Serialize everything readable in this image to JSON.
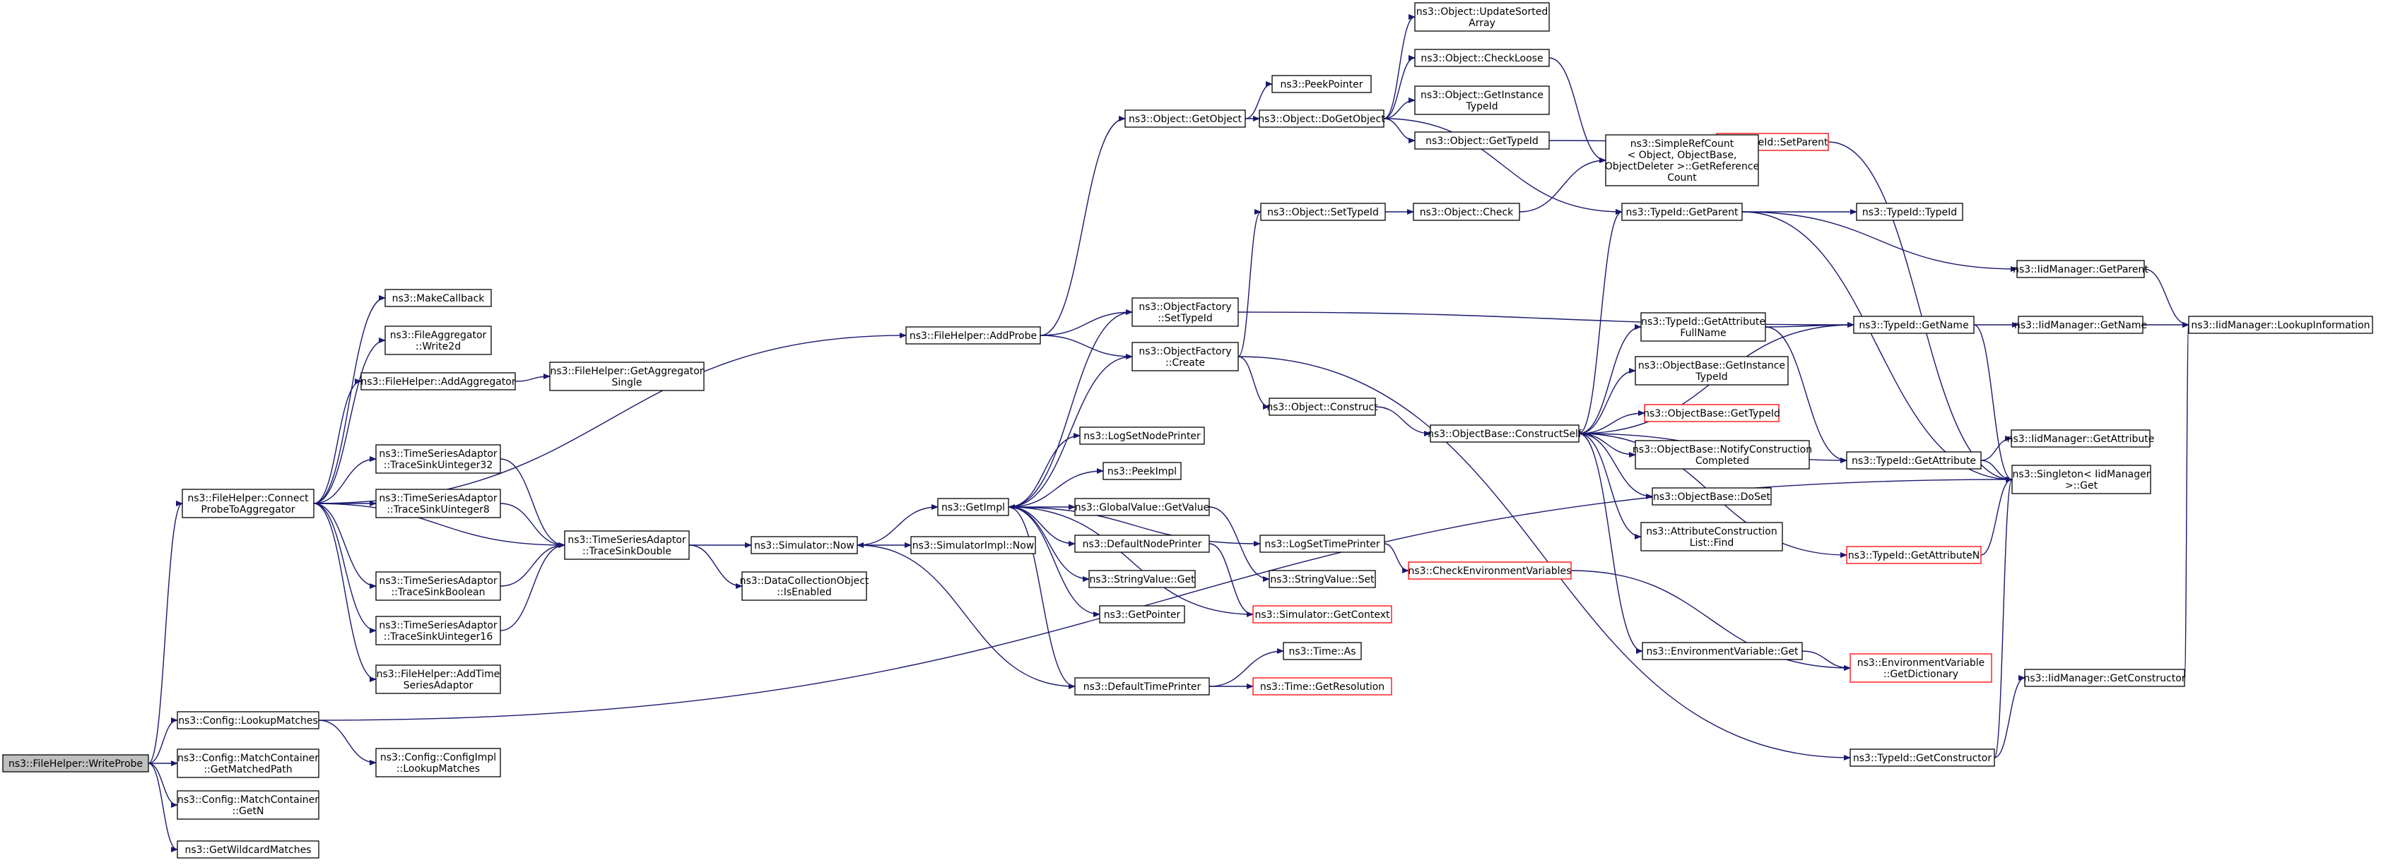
{
  "colors": {
    "edge": "#191970",
    "node_border": "#000000",
    "truncated_border": "#ff0000",
    "root_fill": "#bfbfbf",
    "node_fill": "#ffffff"
  },
  "nodes": [
    {
      "id": "writeprobe",
      "lines": [
        "ns3::FileHelper::WriteProbe"
      ],
      "root": true
    },
    {
      "id": "connect",
      "lines": [
        "ns3::FileHelper::Connect",
        "ProbeToAggregator"
      ]
    },
    {
      "id": "makecallback",
      "lines": [
        "ns3::MakeCallback"
      ]
    },
    {
      "id": "fileagg_write2d",
      "lines": [
        "ns3::FileAggregator",
        "::Write2d"
      ]
    },
    {
      "id": "addaggregator",
      "lines": [
        "ns3::FileHelper::AddAggregator"
      ]
    },
    {
      "id": "getaggsingle",
      "lines": [
        "ns3::FileHelper::GetAggregator",
        "Single"
      ]
    },
    {
      "id": "tsa_u32",
      "lines": [
        "ns3::TimeSeriesAdaptor",
        "::TraceSinkUinteger32"
      ]
    },
    {
      "id": "tsa_u8",
      "lines": [
        "ns3::TimeSeriesAdaptor",
        "::TraceSinkUinteger8"
      ]
    },
    {
      "id": "tsa_double",
      "lines": [
        "ns3::TimeSeriesAdaptor",
        "::TraceSinkDouble"
      ]
    },
    {
      "id": "tsa_bool",
      "lines": [
        "ns3::TimeSeriesAdaptor",
        "::TraceSinkBoolean"
      ]
    },
    {
      "id": "tsa_u16",
      "lines": [
        "ns3::TimeSeriesAdaptor",
        "::TraceSinkUinteger16"
      ]
    },
    {
      "id": "addtsa",
      "lines": [
        "ns3::FileHelper::AddTime",
        "SeriesAdaptor"
      ]
    },
    {
      "id": "sim_now",
      "lines": [
        "ns3::Simulator::Now"
      ]
    },
    {
      "id": "dco_isenabled",
      "lines": [
        "ns3::DataCollectionObject",
        "::IsEnabled"
      ]
    },
    {
      "id": "simimpl_now",
      "lines": [
        "ns3::SimulatorImpl::Now"
      ]
    },
    {
      "id": "getimpl",
      "lines": [
        "ns3::GetImpl"
      ]
    },
    {
      "id": "addprobe",
      "lines": [
        "ns3::FileHelper::AddProbe"
      ]
    },
    {
      "id": "of_settypeid",
      "lines": [
        "ns3::ObjectFactory",
        "::SetTypeId"
      ]
    },
    {
      "id": "of_create",
      "lines": [
        "ns3::ObjectFactory",
        "::Create"
      ]
    },
    {
      "id": "obj_getobject",
      "lines": [
        "ns3::Object::GetObject"
      ]
    },
    {
      "id": "peekpointer",
      "lines": [
        "ns3::PeekPointer"
      ]
    },
    {
      "id": "obj_dogetobject",
      "lines": [
        "ns3::Object::DoGetObject"
      ]
    },
    {
      "id": "obj_updatesorted",
      "lines": [
        "ns3::Object::UpdateSorted",
        "Array"
      ]
    },
    {
      "id": "obj_checkloose",
      "lines": [
        "ns3::Object::CheckLoose"
      ]
    },
    {
      "id": "obj_getinstance",
      "lines": [
        "ns3::Object::GetInstance",
        "TypeId"
      ]
    },
    {
      "id": "obj_gettypeid",
      "lines": [
        "ns3::Object::GetTypeId"
      ]
    },
    {
      "id": "typeid_setparent",
      "lines": [
        "ns3::TypeId::SetParent"
      ],
      "truncated": true
    },
    {
      "id": "simplerefcount",
      "lines": [
        "ns3::SimpleRefCount",
        "< Object, ObjectBase,",
        " ObjectDeleter >::GetReference",
        "Count"
      ]
    },
    {
      "id": "obj_settypeid",
      "lines": [
        "ns3::Object::SetTypeId"
      ]
    },
    {
      "id": "obj_check",
      "lines": [
        "ns3::Object::Check"
      ]
    },
    {
      "id": "typeid_getparent",
      "lines": [
        "ns3::TypeId::GetParent"
      ]
    },
    {
      "id": "typeid_typeid",
      "lines": [
        "ns3::TypeId::TypeId"
      ]
    },
    {
      "id": "iid_getparent",
      "lines": [
        "ns3::IidManager::GetParent"
      ]
    },
    {
      "id": "typeid_getattrfull",
      "lines": [
        "ns3::TypeId::GetAttribute",
        "FullName"
      ]
    },
    {
      "id": "typeid_getname",
      "lines": [
        "ns3::TypeId::GetName"
      ]
    },
    {
      "id": "iid_getname",
      "lines": [
        "ns3::IidManager::GetName"
      ]
    },
    {
      "id": "iid_lookupinfo",
      "lines": [
        "ns3::IidManager::LookupInformation"
      ]
    },
    {
      "id": "ob_getinstance",
      "lines": [
        "ns3::ObjectBase::GetInstance",
        "TypeId"
      ]
    },
    {
      "id": "ob_gettypeid",
      "lines": [
        "ns3::ObjectBase::GetTypeId"
      ],
      "truncated": true
    },
    {
      "id": "obj_construct",
      "lines": [
        "ns3::Object::Construct"
      ]
    },
    {
      "id": "ob_constructself",
      "lines": [
        "ns3::ObjectBase::ConstructSelf"
      ]
    },
    {
      "id": "ob_notify",
      "lines": [
        "ns3::ObjectBase::NotifyConstruction",
        "Completed"
      ]
    },
    {
      "id": "ob_doset",
      "lines": [
        "ns3::ObjectBase::DoSet"
      ]
    },
    {
      "id": "attrconst_find",
      "lines": [
        "ns3::AttributeConstruction",
        "List::Find"
      ]
    },
    {
      "id": "typeid_getattribute",
      "lines": [
        "ns3::TypeId::GetAttribute"
      ]
    },
    {
      "id": "iid_getattribute",
      "lines": [
        "ns3::IidManager::GetAttribute"
      ]
    },
    {
      "id": "singleton_get",
      "lines": [
        "ns3::Singleton< IidManager",
        " >::Get"
      ]
    },
    {
      "id": "typeid_getattributen",
      "lines": [
        "ns3::TypeId::GetAttributeN"
      ],
      "truncated": true
    },
    {
      "id": "logsetnodeprinter",
      "lines": [
        "ns3::LogSetNodePrinter"
      ]
    },
    {
      "id": "peekimpl",
      "lines": [
        "ns3::PeekImpl"
      ]
    },
    {
      "id": "gv_getvalue",
      "lines": [
        "ns3::GlobalValue::GetValue"
      ]
    },
    {
      "id": "defaultnodeprinter",
      "lines": [
        "ns3::DefaultNodePrinter"
      ]
    },
    {
      "id": "logsettimeprinter",
      "lines": [
        "ns3::LogSetTimePrinter"
      ]
    },
    {
      "id": "checkenvvars",
      "lines": [
        "ns3::CheckEnvironmentVariables"
      ],
      "truncated": true
    },
    {
      "id": "sv_get",
      "lines": [
        "ns3::StringValue::Get"
      ]
    },
    {
      "id": "sv_set",
      "lines": [
        "ns3::StringValue::Set"
      ]
    },
    {
      "id": "getpointer",
      "lines": [
        "ns3::GetPointer"
      ]
    },
    {
      "id": "sim_getcontext",
      "lines": [
        "ns3::Simulator::GetContext"
      ],
      "truncated": true
    },
    {
      "id": "envvar_get",
      "lines": [
        "ns3::EnvironmentVariable::Get"
      ]
    },
    {
      "id": "envvar_getdict",
      "lines": [
        "ns3::EnvironmentVariable",
        "::GetDictionary"
      ],
      "truncated": true
    },
    {
      "id": "time_as",
      "lines": [
        "ns3::Time::As"
      ]
    },
    {
      "id": "defaulttimeprinter",
      "lines": [
        "ns3::DefaultTimePrinter"
      ]
    },
    {
      "id": "time_getresolution",
      "lines": [
        "ns3::Time::GetResolution"
      ],
      "truncated": true
    },
    {
      "id": "iid_getconstructor",
      "lines": [
        "ns3::IidManager::GetConstructor"
      ]
    },
    {
      "id": "typeid_getconstructor",
      "lines": [
        "ns3::TypeId::GetConstructor"
      ]
    },
    {
      "id": "cfg_lookupmatches",
      "lines": [
        "ns3::Config::LookupMatches"
      ]
    },
    {
      "id": "cfgimpl_lookupmatches",
      "lines": [
        "ns3::Config::ConfigImpl",
        "::LookupMatches"
      ]
    },
    {
      "id": "mc_getmatchedpath",
      "lines": [
        "ns3::Config::MatchContainer",
        "::GetMatchedPath"
      ]
    },
    {
      "id": "mc_getn",
      "lines": [
        "ns3::Config::MatchContainer",
        "::GetN"
      ]
    },
    {
      "id": "getwildcardmatches",
      "lines": [
        "ns3::GetWildcardMatches"
      ]
    }
  ],
  "edges": [
    {
      "from": "writeprobe",
      "to": "connect"
    },
    {
      "from": "writeprobe",
      "to": "cfg_lookupmatches"
    },
    {
      "from": "writeprobe",
      "to": "mc_getmatchedpath"
    },
    {
      "from": "writeprobe",
      "to": "mc_getn"
    },
    {
      "from": "writeprobe",
      "to": "getwildcardmatches"
    },
    {
      "from": "connect",
      "to": "makecallback"
    },
    {
      "from": "connect",
      "to": "fileagg_write2d"
    },
    {
      "from": "connect",
      "to": "addaggregator"
    },
    {
      "from": "connect",
      "to": "addprobe"
    },
    {
      "from": "connect",
      "to": "tsa_u32"
    },
    {
      "from": "connect",
      "to": "tsa_u8"
    },
    {
      "from": "connect",
      "to": "tsa_double"
    },
    {
      "from": "connect",
      "to": "tsa_bool"
    },
    {
      "from": "connect",
      "to": "tsa_u16"
    },
    {
      "from": "connect",
      "to": "addtsa"
    },
    {
      "from": "addaggregator",
      "to": "getaggsingle"
    },
    {
      "from": "tsa_u32",
      "to": "tsa_double"
    },
    {
      "from": "tsa_u8",
      "to": "tsa_double"
    },
    {
      "from": "tsa_bool",
      "to": "tsa_double"
    },
    {
      "from": "tsa_u16",
      "to": "tsa_double"
    },
    {
      "from": "tsa_double",
      "to": "sim_now"
    },
    {
      "from": "tsa_double",
      "to": "dco_isenabled"
    },
    {
      "from": "sim_now",
      "to": "simimpl_now"
    },
    {
      "from": "sim_now",
      "to": "getimpl"
    },
    {
      "from": "addprobe",
      "to": "obj_getobject"
    },
    {
      "from": "addprobe",
      "to": "of_settypeid"
    },
    {
      "from": "addprobe",
      "to": "of_create"
    },
    {
      "from": "getimpl",
      "to": "of_settypeid"
    },
    {
      "from": "getimpl",
      "to": "of_create"
    },
    {
      "from": "getimpl",
      "to": "logsetnodeprinter"
    },
    {
      "from": "getimpl",
      "to": "peekimpl"
    },
    {
      "from": "getimpl",
      "to": "gv_getvalue"
    },
    {
      "from": "getimpl",
      "to": "defaultnodeprinter"
    },
    {
      "from": "getimpl",
      "to": "logsettimeprinter"
    },
    {
      "from": "getimpl",
      "to": "sv_get"
    },
    {
      "from": "getimpl",
      "to": "getpointer"
    },
    {
      "from": "getimpl",
      "to": "defaulttimeprinter"
    },
    {
      "from": "obj_getobject",
      "to": "peekpointer"
    },
    {
      "from": "obj_getobject",
      "to": "obj_dogetobject"
    },
    {
      "from": "obj_dogetobject",
      "to": "obj_updatesorted"
    },
    {
      "from": "obj_dogetobject",
      "to": "obj_checkloose"
    },
    {
      "from": "obj_dogetobject",
      "to": "obj_getinstance"
    },
    {
      "from": "obj_dogetobject",
      "to": "obj_gettypeid"
    },
    {
      "from": "obj_dogetobject",
      "to": "typeid_getparent"
    },
    {
      "from": "obj_checkloose",
      "to": "simplerefcount"
    },
    {
      "from": "obj_gettypeid",
      "to": "typeid_setparent"
    },
    {
      "from": "of_settypeid",
      "to": "typeid_getname"
    },
    {
      "from": "of_create",
      "to": "obj_settypeid"
    },
    {
      "from": "of_create",
      "to": "obj_construct"
    },
    {
      "from": "of_create",
      "to": "typeid_getconstructor"
    },
    {
      "from": "obj_settypeid",
      "to": "obj_check"
    },
    {
      "from": "obj_check",
      "to": "simplerefcount"
    },
    {
      "from": "typeid_getparent",
      "to": "typeid_typeid"
    },
    {
      "from": "typeid_getparent",
      "to": "iid_getparent"
    },
    {
      "from": "typeid_getparent",
      "to": "singleton_get"
    },
    {
      "from": "iid_getparent",
      "to": "iid_lookupinfo"
    },
    {
      "from": "typeid_setparent",
      "to": "singleton_get"
    },
    {
      "from": "typeid_getattrfull",
      "to": "typeid_getname"
    },
    {
      "from": "typeid_getattrfull",
      "to": "typeid_getattribute"
    },
    {
      "from": "typeid_getname",
      "to": "iid_getname"
    },
    {
      "from": "typeid_getname",
      "to": "singleton_get"
    },
    {
      "from": "iid_getname",
      "to": "iid_lookupinfo"
    },
    {
      "from": "obj_construct",
      "to": "ob_constructself"
    },
    {
      "from": "ob_constructself",
      "to": "typeid_getparent"
    },
    {
      "from": "ob_constructself",
      "to": "typeid_getname"
    },
    {
      "from": "ob_constructself",
      "to": "typeid_getattrfull"
    },
    {
      "from": "ob_constructself",
      "to": "ob_getinstance"
    },
    {
      "from": "ob_constructself",
      "to": "ob_gettypeid"
    },
    {
      "from": "ob_constructself",
      "to": "ob_notify"
    },
    {
      "from": "ob_constructself",
      "to": "ob_doset"
    },
    {
      "from": "ob_constructself",
      "to": "attrconst_find"
    },
    {
      "from": "ob_constructself",
      "to": "typeid_getattribute"
    },
    {
      "from": "ob_constructself",
      "to": "typeid_getattributen"
    },
    {
      "from": "ob_constructself",
      "to": "envvar_get"
    },
    {
      "from": "typeid_getattribute",
      "to": "iid_getattribute"
    },
    {
      "from": "typeid_getattribute",
      "to": "singleton_get"
    },
    {
      "from": "typeid_getattributen",
      "to": "singleton_get"
    },
    {
      "from": "logsettimeprinter",
      "to": "checkenvvars"
    },
    {
      "from": "checkenvvars",
      "to": "envvar_getdict"
    },
    {
      "from": "envvar_get",
      "to": "envvar_getdict"
    },
    {
      "from": "gv_getvalue",
      "to": "sv_set"
    },
    {
      "from": "defaultnodeprinter",
      "to": "sim_getcontext"
    },
    {
      "from": "sim_getcontext",
      "to": "getimpl"
    },
    {
      "from": "defaulttimeprinter",
      "to": "time_as"
    },
    {
      "from": "defaulttimeprinter",
      "to": "time_getresolution"
    },
    {
      "from": "defaulttimeprinter",
      "to": "sim_now"
    },
    {
      "from": "typeid_getconstructor",
      "to": "iid_getconstructor"
    },
    {
      "from": "typeid_getconstructor",
      "to": "singleton_get"
    },
    {
      "from": "iid_getconstructor",
      "to": "iid_lookupinfo"
    },
    {
      "from": "cfg_lookupmatches",
      "to": "cfgimpl_lookupmatches"
    },
    {
      "from": "cfg_lookupmatches",
      "to": "singleton_get"
    }
  ]
}
